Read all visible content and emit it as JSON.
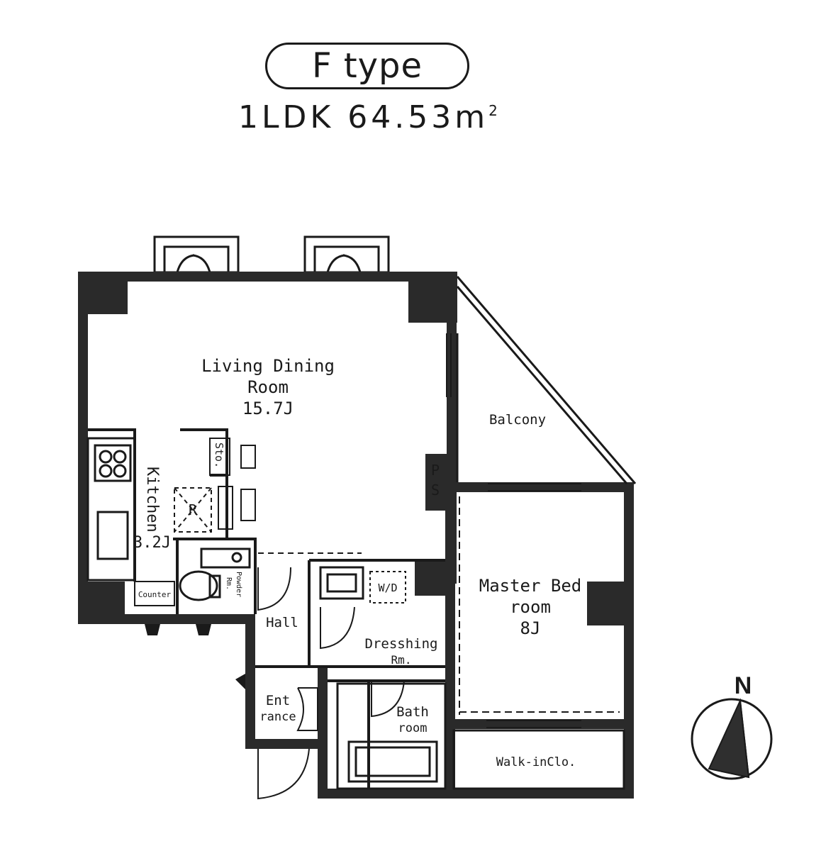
{
  "header": {
    "type_label": "F type",
    "layout": "1LDK",
    "area_value": "64.53m",
    "area_unit_sup": "2"
  },
  "rooms": {
    "living_line1": "Living Dining",
    "living_line2": "Room",
    "living_size": "15.7J",
    "kitchen_label": "Kitchen",
    "kitchen_size": "3.2J",
    "refrigerator": "R",
    "storage": "Sto.",
    "pipe_space_1": "P",
    "pipe_space_2": "S",
    "balcony": "Balcony",
    "master_line1": "Master Bed",
    "master_line2": "room",
    "master_size": "8J",
    "counter": "Counter",
    "powder_line1": "Powder",
    "powder_line2": "Rm.",
    "hall": "Hall",
    "washer": "W/D",
    "dressing_line1": "Dresshing",
    "dressing_line2": "Rm.",
    "entrance_line1": "Ent",
    "entrance_line2": "rance",
    "bath_line1": "Bath",
    "bath_line2": "room",
    "walkin": "Walk-inClo."
  },
  "compass": {
    "north_label": "N"
  }
}
